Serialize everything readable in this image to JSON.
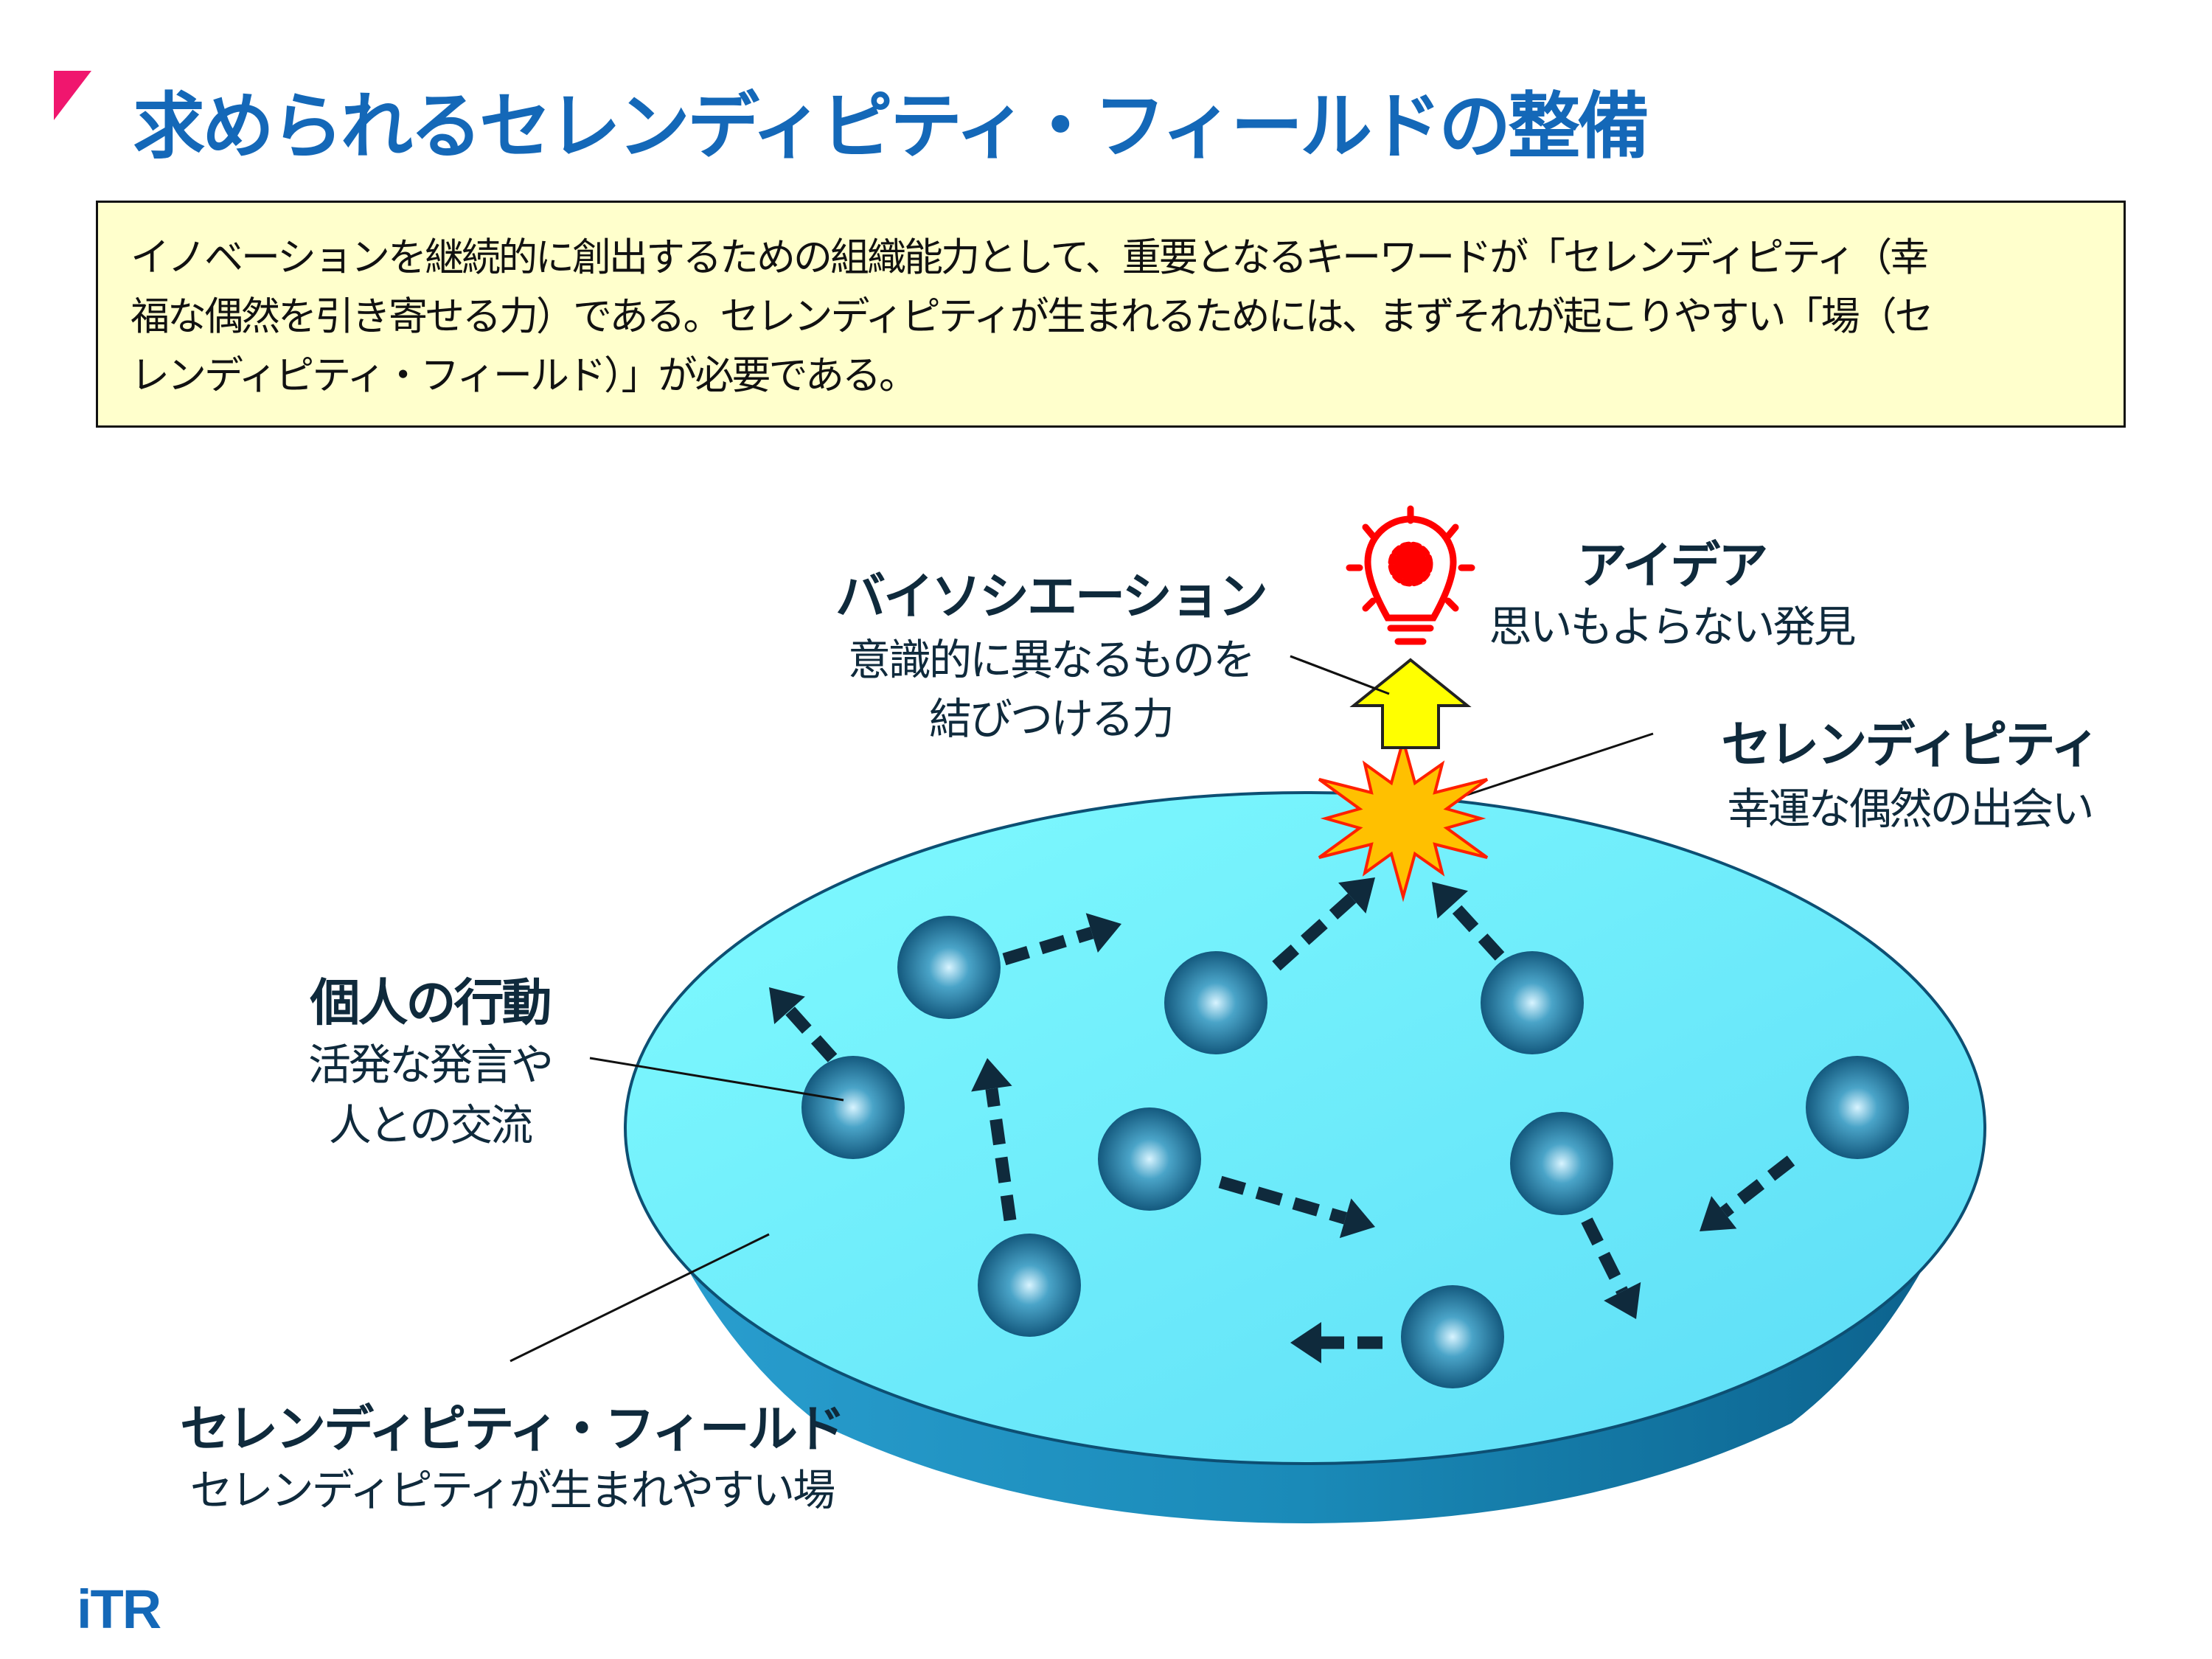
{
  "title": "求められるセレンディピティ・フィールドの整備",
  "summary": {
    "lines": [
      "イノベーションを継続的に創出するための組織能力として、重要となるキーワードが「セレンディピティ（幸",
      "福な偶然を引き寄せる力）である。セレンディピティが生まれるためには、まずそれが起こりやすい「場（セ",
      "レンディピティ・フィールド）」が必要である。"
    ]
  },
  "labels": {
    "bisociation": {
      "heading": "バイソシエーション",
      "lines": [
        "意識的に異なるものを",
        "結びつける力"
      ]
    },
    "idea": {
      "heading": "アイデア",
      "sub": "思いもよらない発見"
    },
    "serendipity": {
      "heading": "セレンディピティ",
      "sub": "幸運な偶然の出会い"
    },
    "individual": {
      "heading": "個人の行動",
      "lines": [
        "活発な発言や",
        "人との交流"
      ]
    },
    "field": {
      "heading": "セレンディピティ・フィールド",
      "sub": "セレンディピティが生まれやすい場"
    }
  },
  "logo": "iTR",
  "colors": {
    "title": "#1468b8",
    "accent_pink": "#f0166e",
    "box_bg": "#ffffcc",
    "field_top": "#7af6fc",
    "field_side": "#1a8ab8",
    "arrow_yellow": "#ffff00",
    "burst": "#ffc000",
    "bulb": "#ff0000",
    "text": "#0f2a3c"
  }
}
